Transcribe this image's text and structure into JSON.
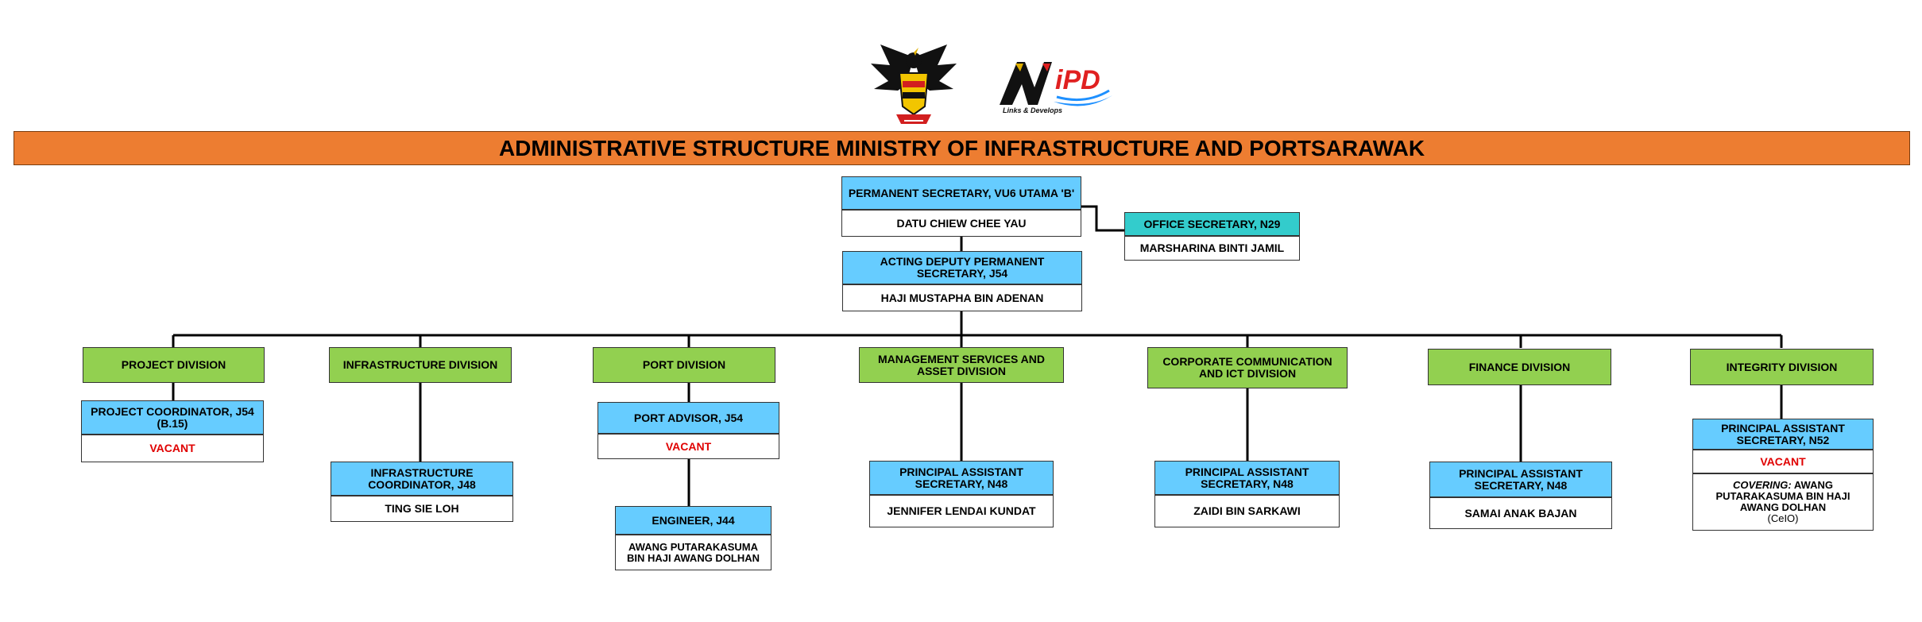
{
  "title": "ADMINISTRATIVE STRUCTURE MINISTRY OF INFRASTRUCTURE AND PORTSARAWAK",
  "logo": {
    "text": "iPD",
    "tagline": "Links & Develops",
    "colors": {
      "red": "#E02020",
      "blue": "#1E90FF",
      "gold": "#E0B000"
    }
  },
  "colors": {
    "title_bar": "#ED7D31",
    "position": "#66CCFF",
    "division": "#92D050",
    "office": "#33CCCC",
    "vacant": "#E00000"
  },
  "top": {
    "permanent_secretary": {
      "title": "PERMANENT SECRETARY, VU6 UTAMA 'B'",
      "name": "DATU CHIEW CHEE YAU"
    },
    "office_secretary": {
      "title": "OFFICE SECRETARY, N29",
      "name": "MARSHARINA BINTI JAMIL"
    },
    "deputy": {
      "title": "ACTING DEPUTY PERMANENT SECRETARY, J54",
      "name": "HAJI MUSTAPHA BIN ADENAN"
    }
  },
  "divisions": {
    "project": {
      "label": "PROJECT DIVISION",
      "coordinator": {
        "title": "PROJECT COORDINATOR, J54 (B.15)",
        "name": "VACANT"
      }
    },
    "infrastructure": {
      "label": "INFRASTRUCTURE DIVISION",
      "coordinator": {
        "title": "INFRASTRUCTURE COORDINATOR, J48",
        "name": "TING SIE LOH"
      }
    },
    "port": {
      "label": "PORT DIVISION",
      "advisor": {
        "title": "PORT ADVISOR, J54",
        "name": "VACANT"
      },
      "engineer": {
        "title": "ENGINEER, J44",
        "name": "AWANG PUTARAKASUMA BIN HAJI AWANG DOLHAN"
      }
    },
    "management": {
      "label": "MANAGEMENT SERVICES AND ASSET DIVISION",
      "pas": {
        "title": "PRINCIPAL ASSISTANT SECRETARY, N48",
        "name": "JENNIFER LENDAI KUNDAT"
      }
    },
    "corporate": {
      "label": "CORPORATE COMMUNICATION AND ICT DIVISION",
      "pas": {
        "title": "PRINCIPAL ASSISTANT SECRETARY, N48",
        "name": "ZAIDI BIN SARKAWI"
      }
    },
    "finance": {
      "label": "FINANCE DIVISION",
      "pas": {
        "title": "PRINCIPAL ASSISTANT SECRETARY, N48",
        "name": "SAMAI ANAK BAJAN"
      }
    },
    "integrity": {
      "label": "INTEGRITY DIVISION",
      "pas": {
        "title": "PRINCIPAL ASSISTANT SECRETARY, N52",
        "name": "VACANT",
        "covering_label": "COVERING:",
        "covering_name": "AWANG PUTARAKASUMA BIN HAJI AWANG DOLHAN",
        "covering_note": "(CeIO)"
      }
    }
  }
}
